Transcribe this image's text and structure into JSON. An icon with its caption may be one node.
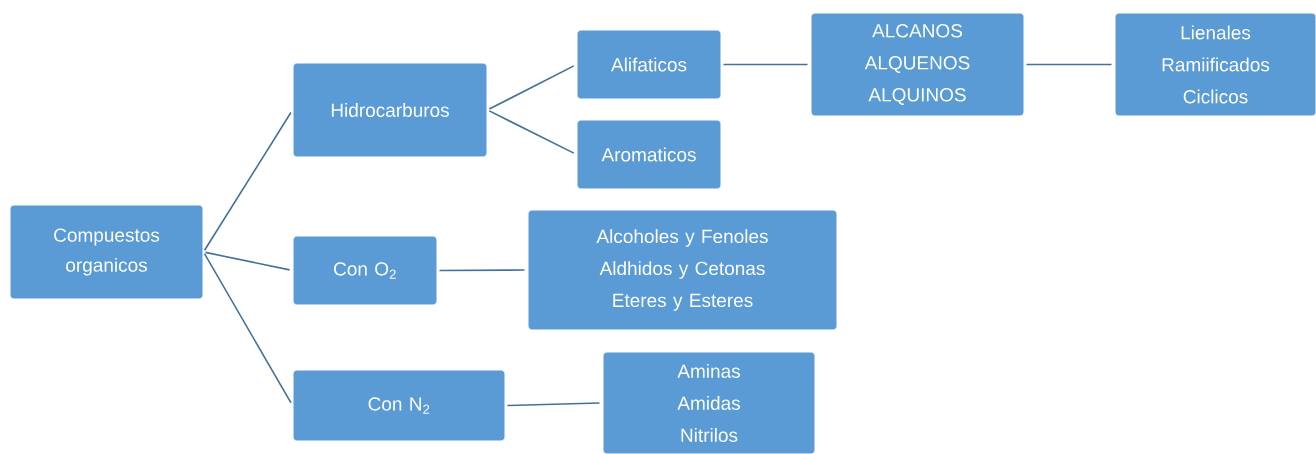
{
  "diagram": {
    "nodes": [
      {
        "text": [
          "Compuestos organicos"
        ]
      },
      {
        "text": [
          "Hidrocarburos"
        ]
      },
      {
        "text": [
          "Con O$_{2}$"
        ]
      },
      {
        "text": [
          "Con N$_{2}$"
        ]
      },
      {
        "text": [
          "Alifaticos"
        ]
      },
      {
        "text": [
          "Aromaticos"
        ]
      },
      {
        "text": [
          "ALCANOS",
          "ALQUENOS",
          "ALQUINOS"
        ]
      },
      {
        "text": [
          "Lienales",
          "Ramiificados",
          "Ciclicos"
        ]
      },
      {
        "text": [
          "Alcoholes y Fenoles",
          "Aldhidos y Cetonas",
          "Eteres y Esteres"
        ]
      },
      {
        "text": [
          "Aminas",
          "Amidas",
          "Nitrilos"
        ]
      }
    ],
    "edges": [
      {
        "from": 0,
        "to": 1,
        "arrow": "none"
      },
      {
        "from": 0,
        "to": 2,
        "arrow": "none"
      },
      {
        "from": 0,
        "to": 3,
        "arrow": "none"
      },
      {
        "from": 1,
        "to": 4,
        "arrow": "none"
      },
      {
        "from": 1,
        "to": 5,
        "arrow": "none"
      },
      {
        "from": 4,
        "to": 6,
        "arrow": "none"
      },
      {
        "from": 6,
        "to": 7,
        "arrow": "none"
      },
      {
        "from": 2,
        "to": 8,
        "arrow": "none"
      },
      {
        "from": 3,
        "to": 9,
        "arrow": "none"
      }
    ]
  }
}
